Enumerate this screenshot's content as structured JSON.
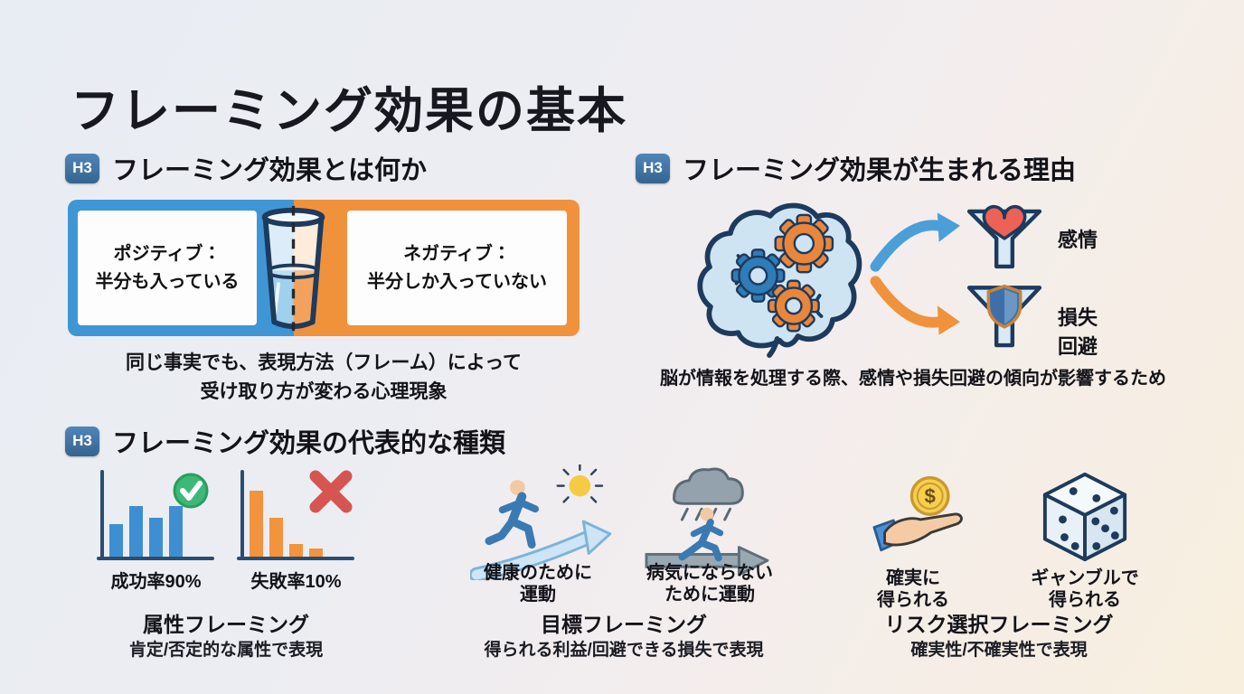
{
  "slide": {
    "title": "フレーミング効果の基本",
    "heading_badge": "H3"
  },
  "what_is": {
    "heading": "フレーミング効果とは何か",
    "positive_card": "ポジティブ：\n半分も入っている",
    "negative_card": "ネガティブ：\n半分しか入っていない",
    "caption": "同じ事実でも、表現方法（フレーム）によって\n受け取り方が変わる心理現象"
  },
  "reason": {
    "heading": "フレーミング効果が生まれる理由",
    "factors": [
      {
        "label": "感情",
        "icon": "heart-funnel"
      },
      {
        "label": "損失回避",
        "icon": "shield-funnel"
      }
    ],
    "caption": "脳が情報を処理する際、感情や損失回避の傾向が影響するため"
  },
  "types": {
    "heading": "フレーミング効果の代表的な種類",
    "items": [
      {
        "name": "属性フレーミング",
        "description": "肯定/否定的な属性で表現",
        "examples": [
          {
            "label": "成功率90%",
            "icon": "bar-chart-positive",
            "bar_heights": [
              38,
              58,
              45,
              58
            ],
            "bar_color": "#3d8fd1",
            "mark": "check"
          },
          {
            "label": "失敗率10%",
            "icon": "bar-chart-negative",
            "bar_heights": [
              75,
              45,
              16,
              11
            ],
            "bar_color": "#f2933e",
            "mark": "cross"
          }
        ]
      },
      {
        "name": "目標フレーミング",
        "description": "得られる利益/回避できる損失で表現",
        "examples": [
          {
            "label": "健康のために\n運動",
            "icon": "runner-sunny"
          },
          {
            "label": "病気にならない\nために運動",
            "icon": "runner-rainy"
          }
        ]
      },
      {
        "name": "リスク選択フレーミング",
        "description": "確実性/不確実性で表現",
        "examples": [
          {
            "label": "確実に\n得られる",
            "icon": "hand-coin",
            "coin_symbol": "$"
          },
          {
            "label": "ギャンブルで\n得られる",
            "icon": "dice"
          }
        ]
      }
    ]
  },
  "colors": {
    "positive_blue": "#3e96d5",
    "negative_orange": "#f0923c",
    "badge_blue": "#3b70a3",
    "success_green": "#3cb878",
    "fail_red": "#d65550"
  }
}
